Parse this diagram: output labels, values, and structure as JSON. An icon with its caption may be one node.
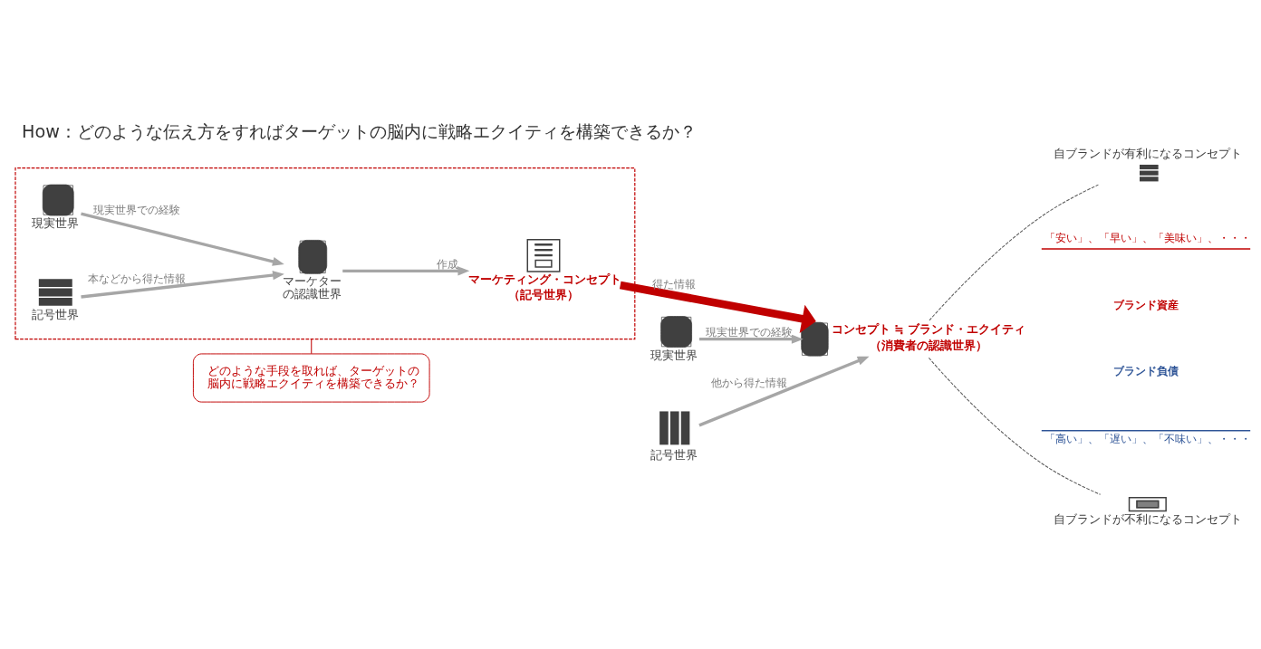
{
  "diagram": {
    "title": "How：どのような伝え方をすればターゲットの脳内に戦略エクイティを構築できるか？",
    "nodes": [
      {
        "text": [],
        "shape": "box"
      },
      {
        "text": [
          "現実世界"
        ],
        "in": 0
      },
      {
        "text": [
          "記号世界"
        ],
        "in": 0
      },
      {
        "text": [
          "マーケターの認識世界"
        ],
        "in": 0
      },
      {
        "text": [
          "マーケティング・コンセプト",
          "（記号世界）"
        ],
        "in": 0
      },
      {
        "text": [
          "現実世界"
        ]
      },
      {
        "text": [
          "記号世界"
        ]
      },
      {
        "text": [
          "コンセプト ≒ ブランド・エクイティ",
          "（消費者の認識世界）"
        ]
      },
      {
        "text": [
          "自ブランドが有利になるコンセプト"
        ]
      },
      {
        "text": [
          "自ブランドが不利になるコンセプト"
        ]
      },
      {
        "text": [
          "どのような手段を取れば、ターゲットの脳内に戦略エクイティを構築できるか？"
        ]
      }
    ],
    "edges": [
      {
        "from": 1,
        "to": 3,
        "arrow": "to",
        "label": "現実世界での経験"
      },
      {
        "from": 2,
        "to": 3,
        "arrow": "to",
        "label": "本などから得た情報"
      },
      {
        "from": 3,
        "to": 4,
        "arrow": "to",
        "label": "作成"
      },
      {
        "from": 4,
        "to": 7,
        "arrow": "to",
        "label": "得た情報",
        "style": "thick",
        "color": "#c00000"
      },
      {
        "from": 5,
        "to": 7,
        "arrow": "to",
        "label": "現実世界での経験"
      },
      {
        "from": 6,
        "to": 7,
        "arrow": "to",
        "label": "他から得た情報"
      },
      {
        "from": 7,
        "to": 8,
        "arrow": "none",
        "style": "dashed",
        "color": "#595959"
      },
      {
        "from": 7,
        "to": 9,
        "arrow": "none",
        "style": "dashed",
        "color": "#595959"
      },
      {
        "from": 10,
        "to": 0,
        "arrow": "none",
        "color": "#c00000"
      }
    ],
    "labels": [
      "「安い」、「早い」、「美味い」、・・・",
      "ブランド資産",
      "ブランド負債",
      "「高い」、「遅い」、「不味い」、・・・"
    ]
  }
}
